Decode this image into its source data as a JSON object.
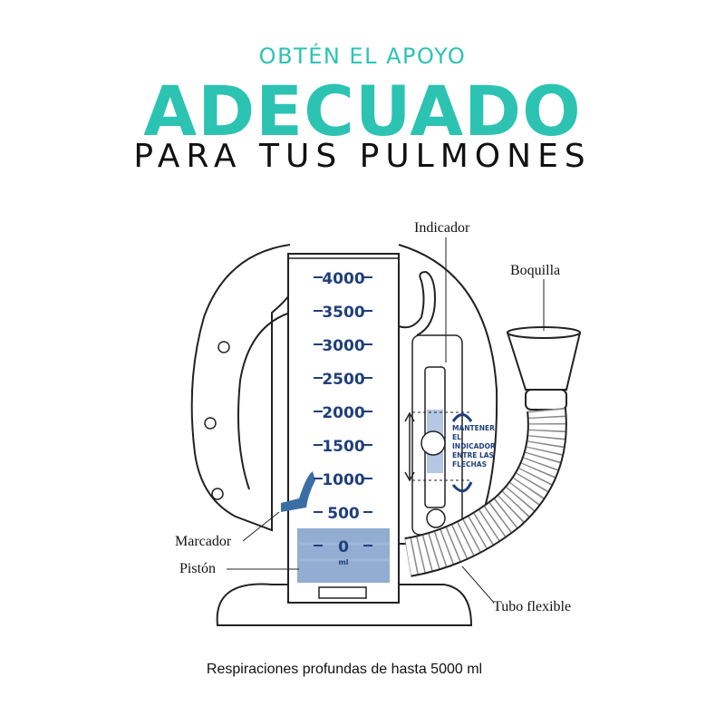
{
  "header": {
    "line1": "OBTÉN EL APOYO",
    "line2": "ADECUADO",
    "line3": "PARA TUS PULMONES"
  },
  "labels": {
    "indicador": "Indicador",
    "boquilla": "Boquilla",
    "marcador": "Marcador",
    "piston": "Pistón",
    "tubo": "Tubo flexible"
  },
  "scale": [
    "4000",
    "3500",
    "3000",
    "2500",
    "2000",
    "1500",
    "1000",
    "500",
    "0"
  ],
  "scale_unit": "ml",
  "indicator_text": [
    "MANTENER",
    "EL",
    "INDICADOR",
    "ENTRE LAS",
    "FLECHAS"
  ],
  "caption": "Respiraciones profundas de hasta 5000 ml",
  "colors": {
    "accent": "#2cc3b3",
    "blue": "#1f3f7a",
    "fill": "#7f9fc9"
  }
}
